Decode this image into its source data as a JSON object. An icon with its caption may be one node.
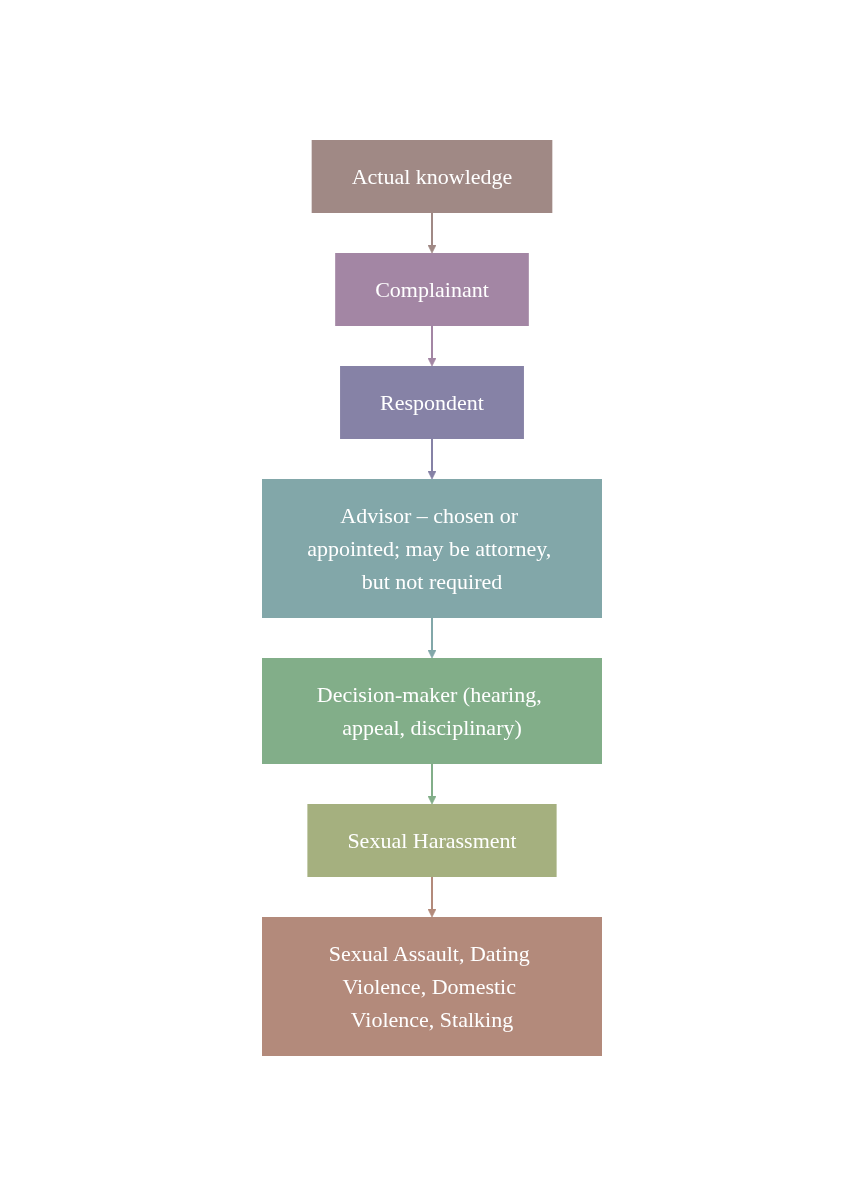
{
  "diagram": {
    "nodes": [
      {
        "text": [
          "Actual knowledge"
        ]
      },
      {
        "text": [
          "Complainant"
        ]
      },
      {
        "text": [
          "Respondent"
        ]
      },
      {
        "text": [
          "Advisor – chosen or appointed; may be attorney, but not required"
        ]
      },
      {
        "text": [
          "Decision-maker (hearing, appeal, disciplinary)"
        ]
      },
      {
        "text": [
          "Sexual Harassment"
        ]
      },
      {
        "text": [
          "Sexual Assault, Dating Violence, Domestic Violence, Stalking"
        ]
      }
    ],
    "edges": [
      {
        "from": 0,
        "to": 1,
        "arrow": "to",
        "color": "#a08985"
      },
      {
        "from": 1,
        "to": 2,
        "arrow": "to",
        "color": "#a386a4"
      },
      {
        "from": 2,
        "to": 3,
        "arrow": "to",
        "color": "#8682a6"
      },
      {
        "from": 3,
        "to": 4,
        "arrow": "to",
        "color": "#82a7a9"
      },
      {
        "from": 4,
        "to": 5,
        "arrow": "to",
        "color": "#82ae89"
      },
      {
        "from": 5,
        "to": 6,
        "arrow": "to",
        "color": "#b38a7b"
      }
    ]
  }
}
